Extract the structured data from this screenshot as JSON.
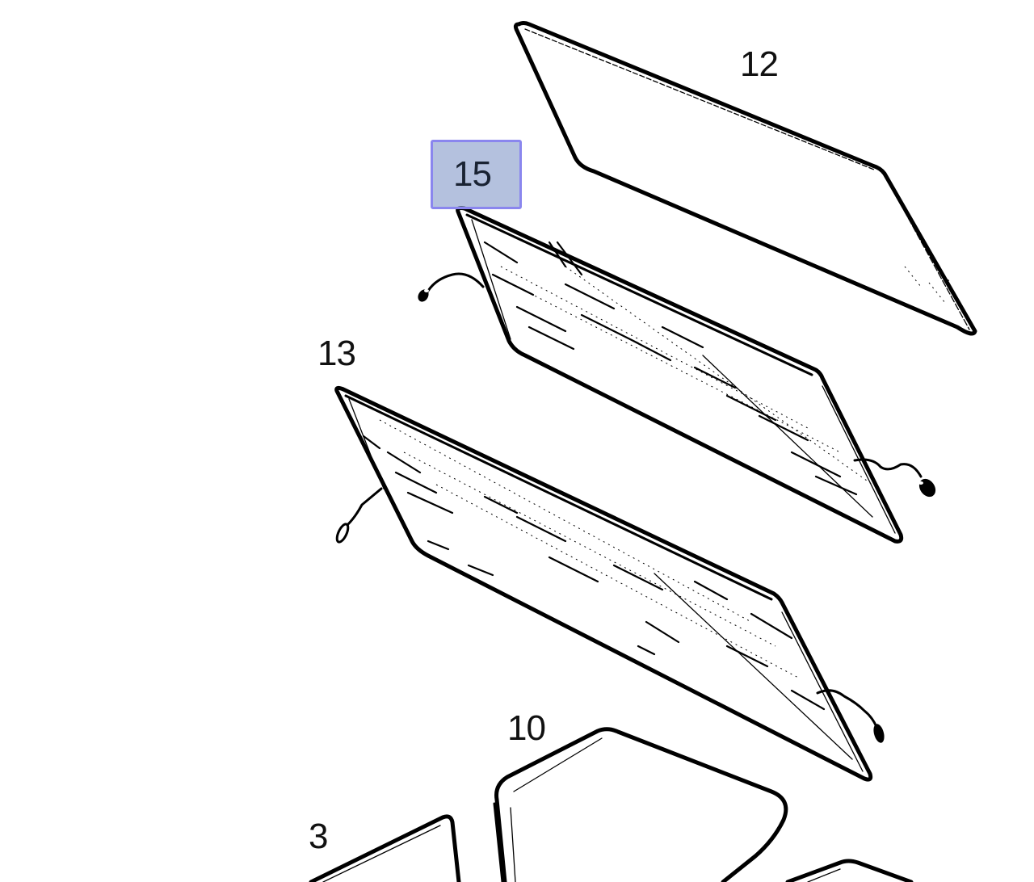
{
  "diagram": {
    "type": "exploded parts diagram",
    "subject": "glass panels",
    "selected_callout": "15",
    "highlight_color": "#8a86ee",
    "highlight_fill": "#a8b6d6",
    "callouts": [
      {
        "id": "12",
        "label": "12"
      },
      {
        "id": "15",
        "label": "15"
      },
      {
        "id": "13",
        "label": "13"
      },
      {
        "id": "10",
        "label": "10"
      },
      {
        "id": "3",
        "label": "3"
      }
    ],
    "parts": [
      {
        "callout": "12",
        "description": "plain glass panel (top)"
      },
      {
        "callout": "15",
        "description": "heated glass panel with wire connectors"
      },
      {
        "callout": "13",
        "description": "heated glass panel with wire connectors"
      },
      {
        "callout": "10",
        "description": "quarter glass panel"
      },
      {
        "callout": "3",
        "description": "triangular glass panel (partial)"
      }
    ]
  }
}
